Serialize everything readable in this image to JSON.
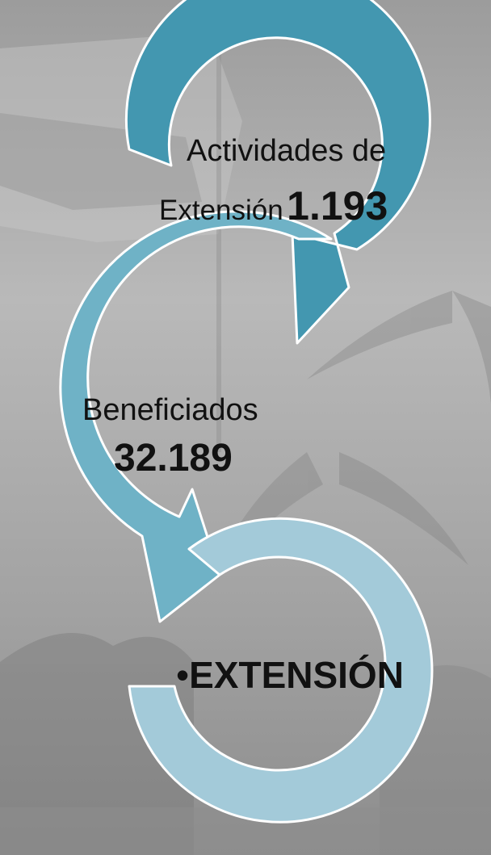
{
  "steps": [
    {
      "line1": "Actividades de",
      "line2_prefix": "Extensión",
      "value": "1.193"
    },
    {
      "line1": "Beneficiados",
      "value": "32.189"
    },
    {
      "bullet": "•",
      "label": "EXTENSIÓN"
    }
  ],
  "colors": {
    "arrow_dark": "#4397b0",
    "arrow_mid": "#6fb2c6",
    "arrow_light": "#a3cad9",
    "outline": "#ffffff",
    "text": "#111111"
  }
}
